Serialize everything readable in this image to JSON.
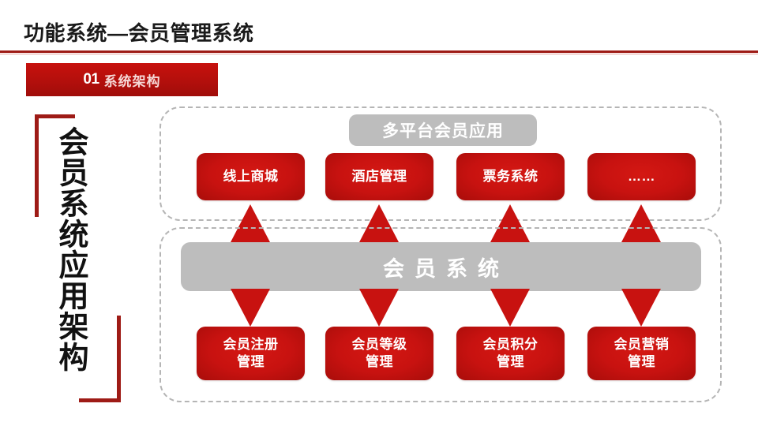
{
  "slide": {
    "title": "功能系统—会员管理系统",
    "section_badge": {
      "number": "01",
      "label": "系统架构"
    },
    "vertical_headline": "会员系统应用架构",
    "accent_red": "#c81210",
    "accent_dark_red": "#9e1b16",
    "gray": "#bdbdbd",
    "dashed_border": "#b5b5b5"
  },
  "diagram": {
    "apps_group": {
      "label": "多平台会员应用",
      "nodes": [
        {
          "label": "线上商城"
        },
        {
          "label": "酒店管理"
        },
        {
          "label": "票务系统"
        },
        {
          "label": "……"
        }
      ]
    },
    "core_system": {
      "label": "会员系统"
    },
    "functions_group": {
      "nodes": [
        {
          "label": "会员注册\n管理"
        },
        {
          "label": "会员等级\n管理"
        },
        {
          "label": "会员积分\n管理"
        },
        {
          "label": "会员营销\n管理"
        }
      ]
    },
    "arrows_up": 4,
    "arrows_down": 4
  }
}
